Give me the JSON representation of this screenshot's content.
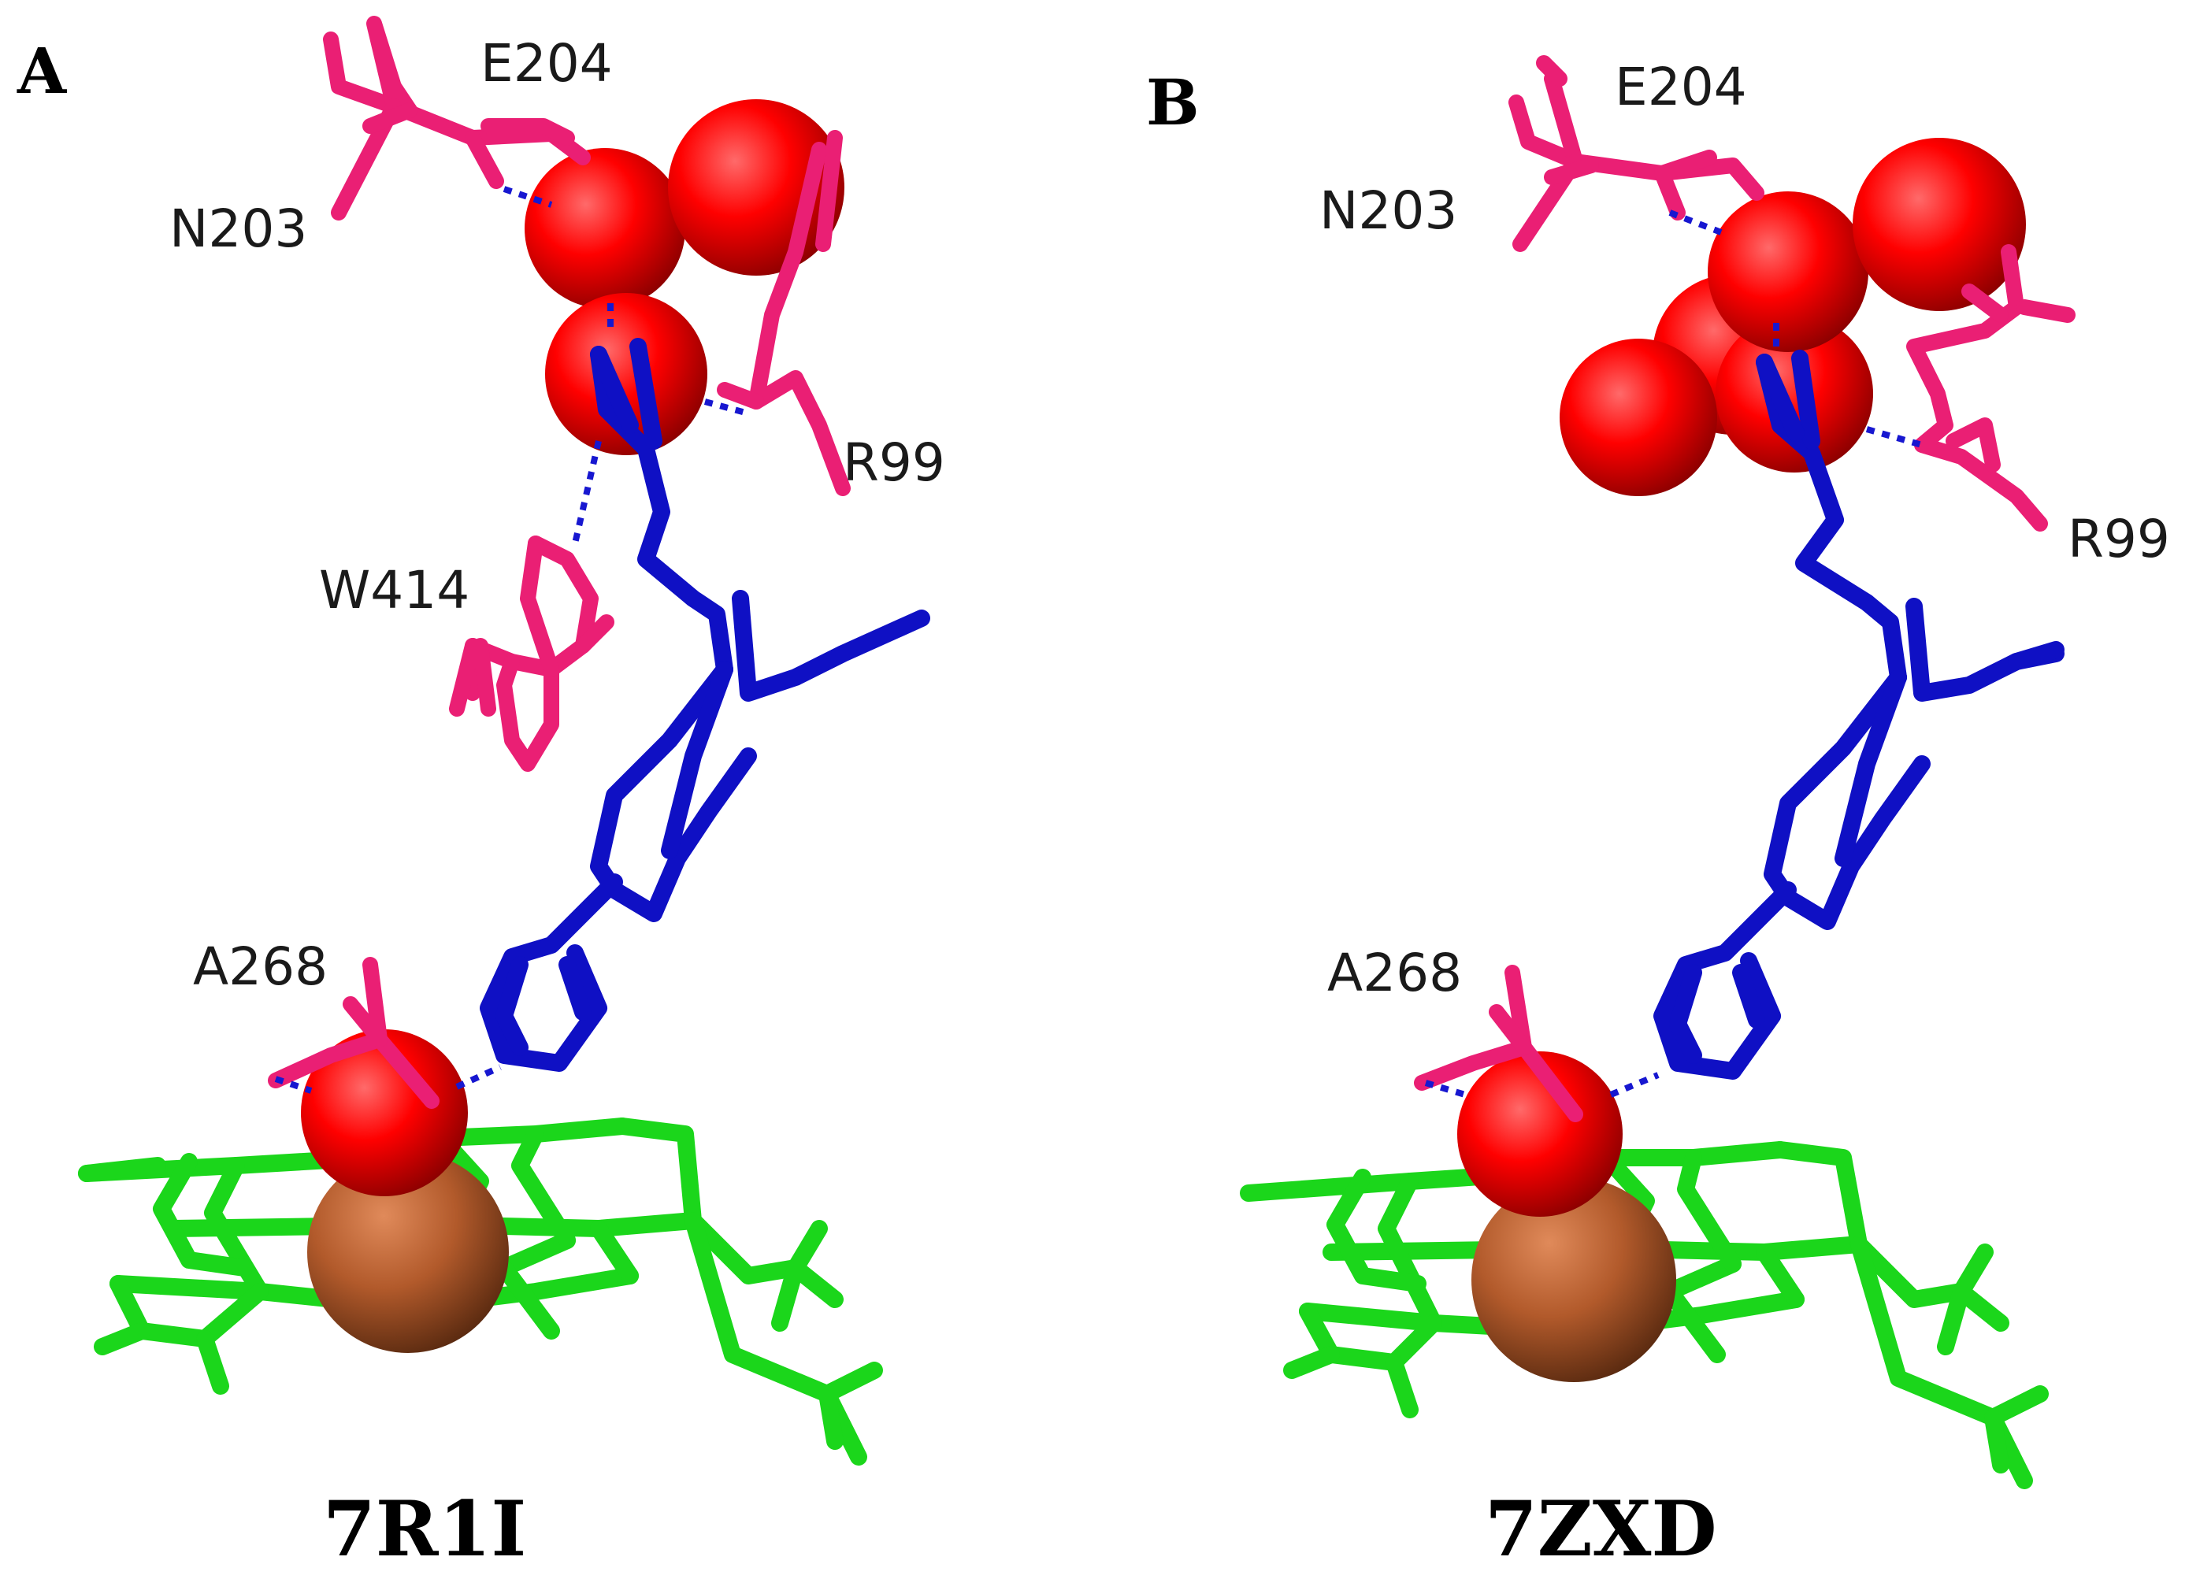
{
  "panels": [
    {
      "letter": "A",
      "pdb_id": "7R1I",
      "residues": [
        "E204",
        "N203",
        "R99",
        "W414",
        "A268"
      ]
    },
    {
      "letter": "B",
      "pdb_id": "7ZXD",
      "residues": [
        "E204",
        "N203",
        "R99",
        "A268"
      ]
    }
  ],
  "colors": {
    "protein_residues": "#ea1f74",
    "ligand": "#0f10c4",
    "heme": "#1bd61b",
    "oxygen": "#ff0000",
    "iron": "#b25a2b",
    "hydrogen_bond": "#1717d0"
  }
}
